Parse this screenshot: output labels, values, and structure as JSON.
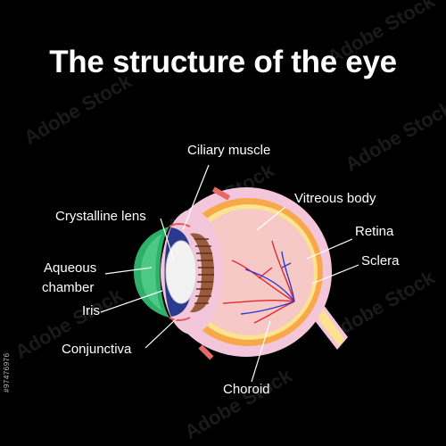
{
  "title": "The structure of the eye",
  "labels": {
    "ciliary_muscle": "Ciliary muscle",
    "vitreous_body": "Vitreous body",
    "crystalline_lens": "Crystalline lens",
    "retina": "Retina",
    "sclera": "Sclera",
    "aqueous_chamber_line1": "Aqueous",
    "aqueous_chamber_line2": "chamber",
    "iris": "Iris",
    "conjunctiva": "Conjunctiva",
    "choroid": "Choroid"
  },
  "watermark_text": "Adobe Stock",
  "stock_id": "#97476976",
  "colors": {
    "background": "#000000",
    "sclera": "#f4c6dc",
    "choroid": "#f6a84a",
    "retina": "#fbe38f",
    "vitreous": "#f7c9c6",
    "iris": "#2a3b8f",
    "cornea": "#2fb06a",
    "lens": "#f2f2f2",
    "ciliary": "#9a5a3c",
    "artery": "#e8262b",
    "vein": "#2d3bd2"
  }
}
